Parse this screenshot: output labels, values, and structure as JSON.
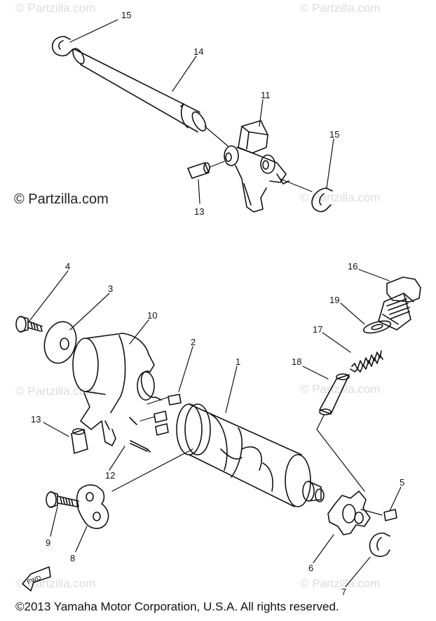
{
  "watermarks": {
    "main": "© Partzilla.com",
    "faint": "© Partzilla.com"
  },
  "copyright": "©2013  Yamaha Motor Corporation, U.S.A. All rights reserved.",
  "fwd_label": "FWD",
  "callouts": {
    "p1": "1",
    "p2": "2",
    "p3": "3",
    "p4": "4",
    "p5": "5",
    "p6": "6",
    "p7": "7",
    "p8": "8",
    "p9": "9",
    "p10": "10",
    "p11": "11",
    "p12": "12",
    "p13a": "13",
    "p13b": "13",
    "p14": "14",
    "p15a": "15",
    "p15b": "15",
    "p16": "16",
    "p17": "17",
    "p18": "18",
    "p19": "19"
  },
  "colors": {
    "ink": "#111111",
    "watermark": "#dcdcdc"
  }
}
